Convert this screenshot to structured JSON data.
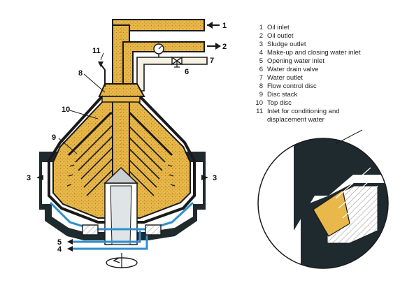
{
  "legend": [
    {
      "num": "1",
      "label": "Oil inlet"
    },
    {
      "num": "2",
      "label": "Oil outlet"
    },
    {
      "num": "3",
      "label": "Sludge outlet"
    },
    {
      "num": "4",
      "label": "Make-up and closing water inlet"
    },
    {
      "num": "5",
      "label": "Opening water inlet"
    },
    {
      "num": "6",
      "label": "Water drain valve"
    },
    {
      "num": "7",
      "label": "Water outlet"
    },
    {
      "num": "8",
      "label": "Flow control disc"
    },
    {
      "num": "9",
      "label": "Disc stack"
    },
    {
      "num": "10",
      "label": "Top disc"
    },
    {
      "num": "11",
      "label": "Inlet for conditioning and",
      "label2": "displacement water"
    }
  ],
  "callouts": {
    "n1": "1",
    "n2": "2",
    "n3_left": "3",
    "n3_right": "3",
    "n4": "4",
    "n5": "5",
    "n6": "6",
    "n7": "7",
    "n8": "8",
    "n9": "9",
    "n10": "10",
    "n11": "11"
  },
  "colors": {
    "oil": "#e8b84a",
    "oil_dark": "#c98f1f",
    "housing": "#1e2a2e",
    "water": "#2f8fd0",
    "metal": "#c9ced2",
    "outline": "#1a1a1a"
  },
  "icons": [
    "pressure-gauge-icon",
    "valve-icon",
    "rotation-arrow-icon"
  ]
}
